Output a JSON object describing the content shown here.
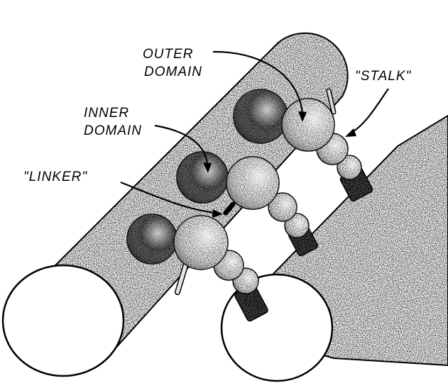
{
  "labels": {
    "outer_domain": [
      "OUTER",
      "DOMAIN"
    ],
    "inner_domain": [
      "INNER",
      "DOMAIN"
    ],
    "stalk": "\"STALK\"",
    "linker": "\"LINKER\""
  },
  "colors": {
    "ink": "#000000",
    "background": "#ffffff"
  }
}
